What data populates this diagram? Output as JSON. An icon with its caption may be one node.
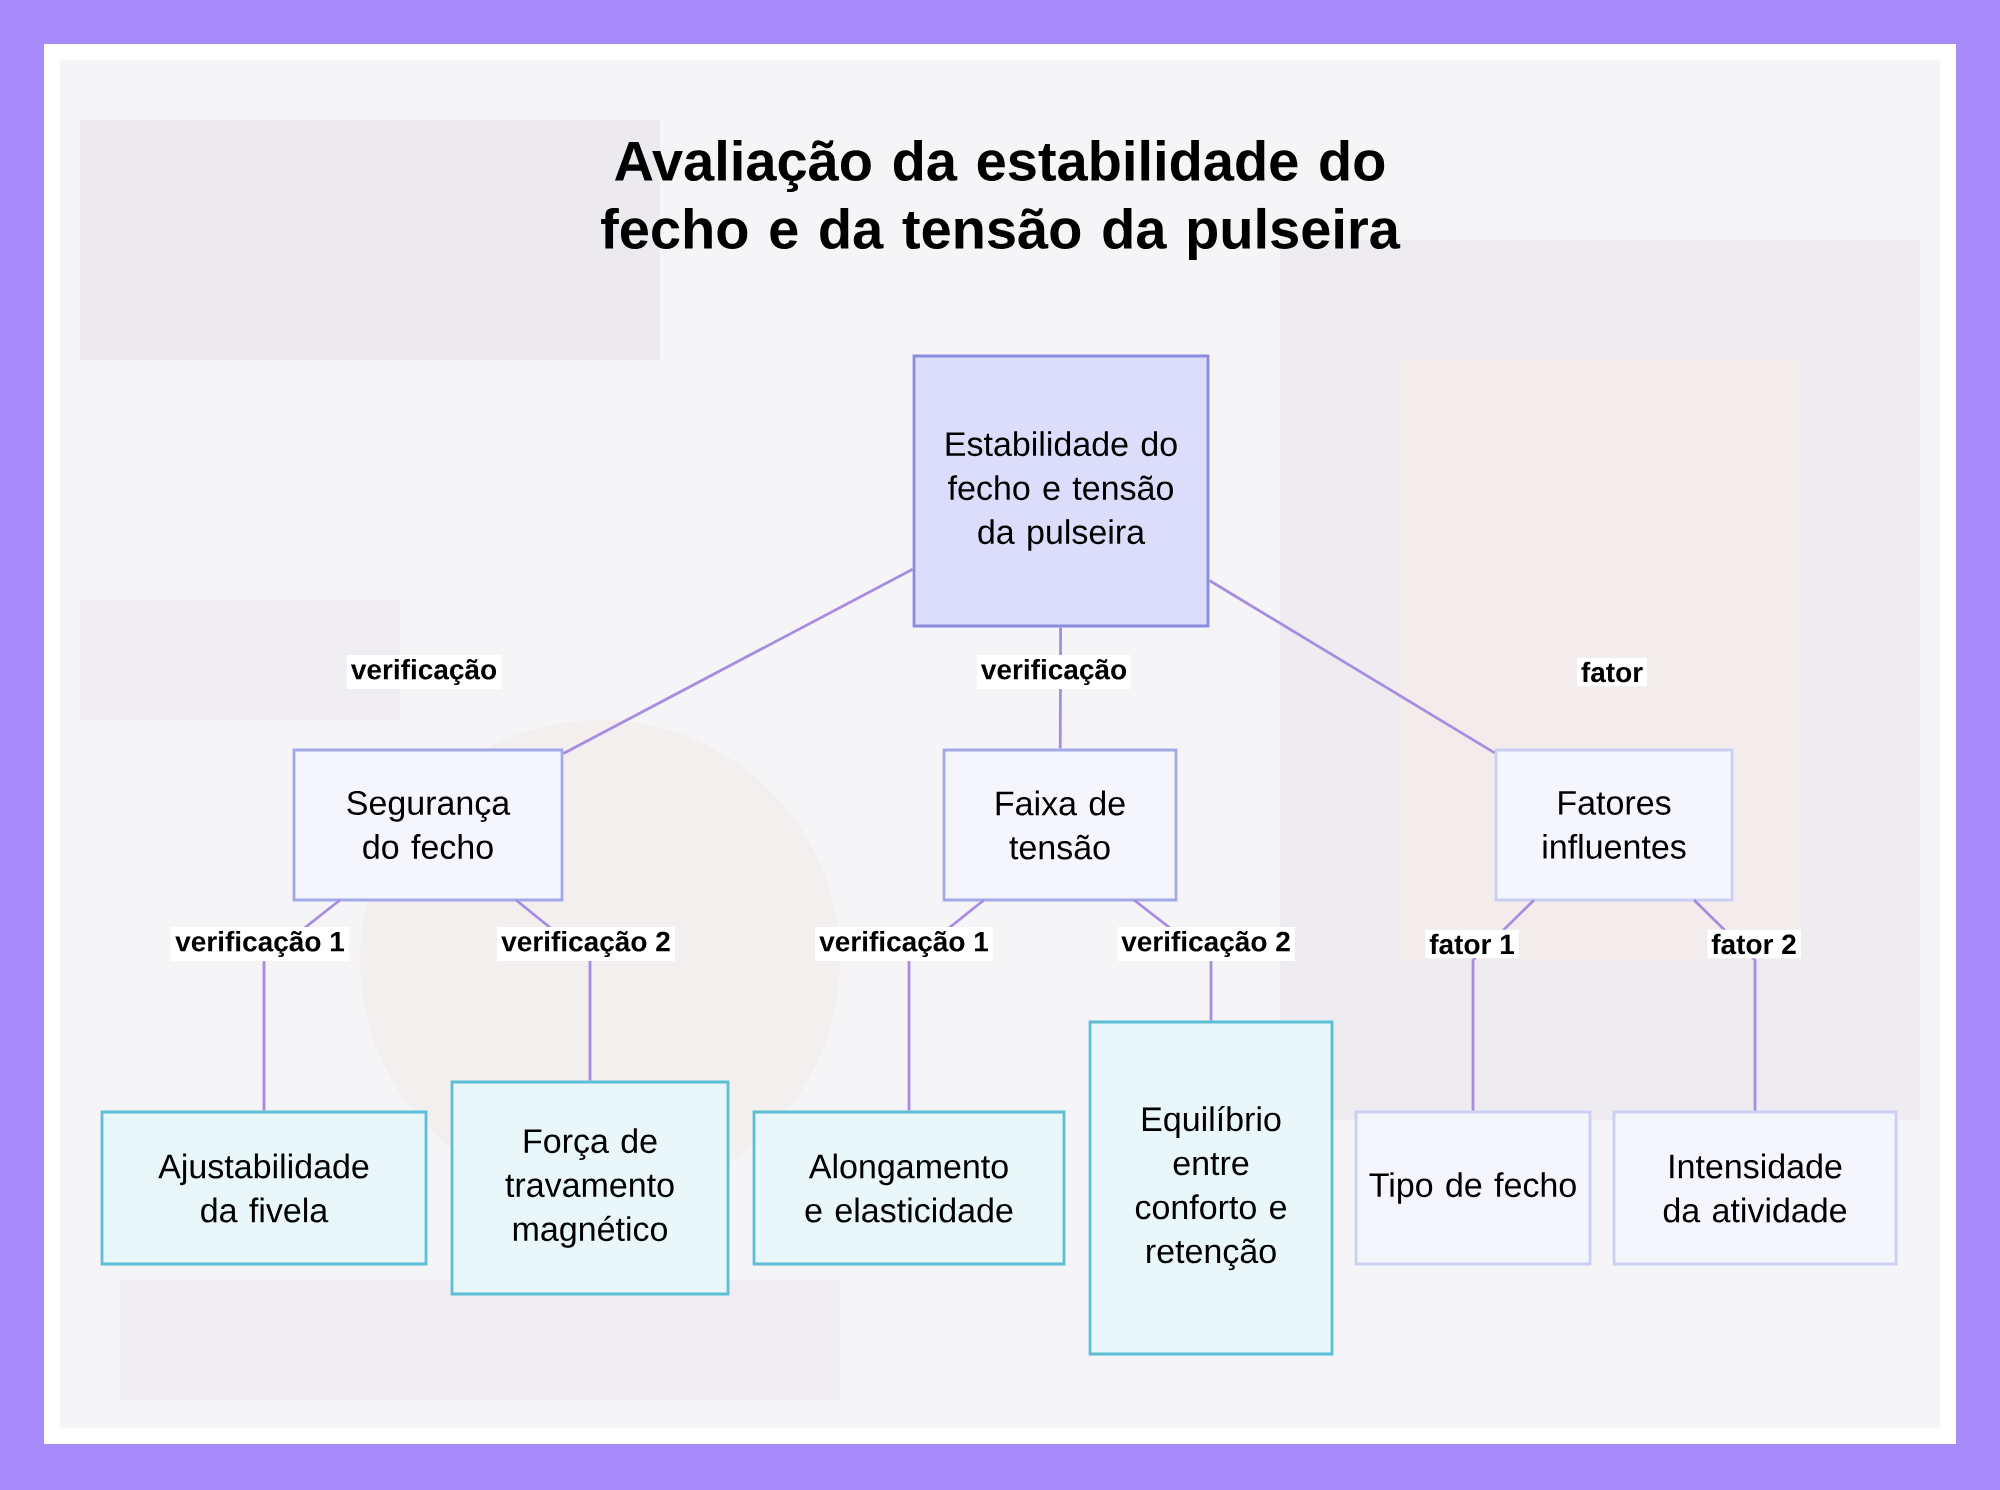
{
  "diagram": {
    "title": "Avaliação da estabilidade do fecho e da tensão da pulseira",
    "nodes": [
      {
        "text": [
          "Estabilidade do fecho e tensão da pulseira"
        ]
      },
      {
        "text": [
          "Segurança do fecho"
        ]
      },
      {
        "text": [
          "Faixa de tensão"
        ]
      },
      {
        "text": [
          "Fatores influentes"
        ]
      },
      {
        "text": [
          "Ajustabilidade da fivela"
        ]
      },
      {
        "text": [
          "Força de travamento magnético"
        ]
      },
      {
        "text": [
          "Alongamento e elasticidade"
        ]
      },
      {
        "text": [
          "Equilíbrio entre conforto e retenção"
        ]
      },
      {
        "text": [
          "Tipo de fecho"
        ]
      },
      {
        "text": [
          "Intensidade da atividade"
        ]
      }
    ],
    "edges": [
      {
        "from": 0,
        "to": 1,
        "arrow": "none",
        "label": "verificação"
      },
      {
        "from": 0,
        "to": 2,
        "arrow": "none",
        "label": "verificação"
      },
      {
        "from": 0,
        "to": 3,
        "arrow": "none",
        "label": "fator"
      },
      {
        "from": 1,
        "to": 4,
        "arrow": "none",
        "label": "verificação 1"
      },
      {
        "from": 1,
        "to": 5,
        "arrow": "none",
        "label": "verificação 2"
      },
      {
        "from": 2,
        "to": 6,
        "arrow": "none",
        "label": "verificação 1"
      },
      {
        "from": 2,
        "to": 7,
        "arrow": "none",
        "label": "verificação 2"
      },
      {
        "from": 3,
        "to": 8,
        "arrow": "none",
        "label": "fator 1"
      },
      {
        "from": 3,
        "to": 9,
        "arrow": "none",
        "label": "fator 2"
      }
    ]
  }
}
